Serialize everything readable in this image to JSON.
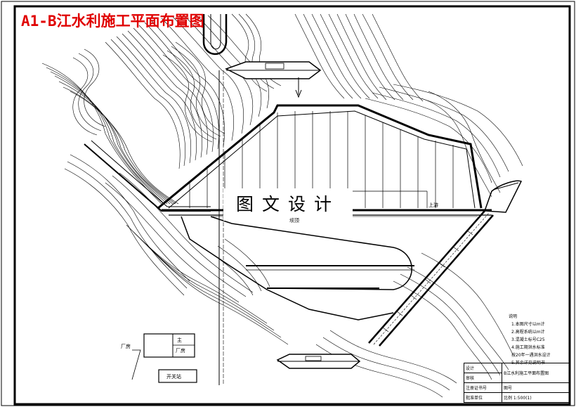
{
  "sheet_title": "A1-B江水利施工平面布置图",
  "watermark": "图文设计",
  "labels": {
    "factory": "厂房",
    "station": "开关站",
    "warehouse_a": "主",
    "warehouse_b": "厂房",
    "dam_crest": "坝顶",
    "upstream": "上游"
  },
  "notes": {
    "heading": "说明",
    "items": [
      "1.本图尺寸以m计",
      "2.高程系统以m计",
      "3.混凝土标号C25",
      "4.施工期洪水标准",
      "  按20年一遇洪水设计",
      "5.其余详见说明书"
    ]
  },
  "title_block": {
    "row1": "设计",
    "row2": "审核",
    "project": "B江水利施工平面布置图",
    "row3a": "注册证书号",
    "row3b": "图号",
    "row4a": "批准单位",
    "row4b": "比例 1:500(1)"
  }
}
